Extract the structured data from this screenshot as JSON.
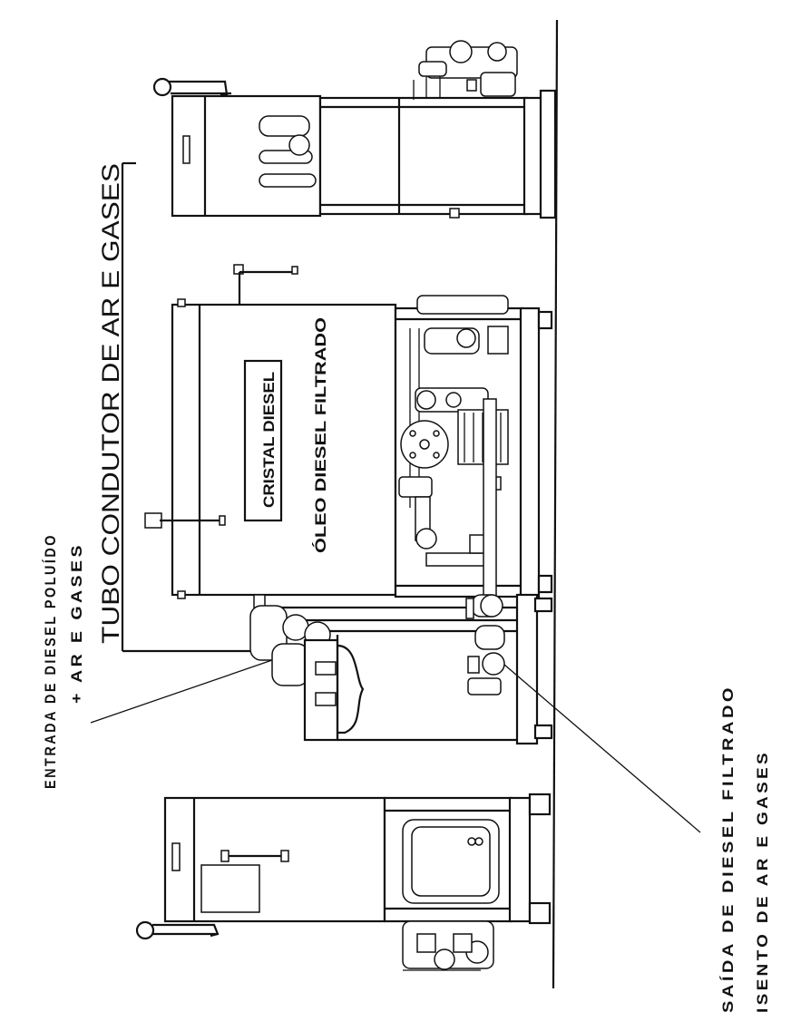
{
  "diagram": {
    "tube_label": "TUBO CONDUTOR DE AR E GASES",
    "inlet_label_line1": "ENTRADA DE DIESEL POLUÍDO",
    "inlet_label_line2": "+ AR E GASES",
    "outlet_label_line1": "SAÍDA DE DIESEL FILTRADO",
    "outlet_label_line2": "ISENTO DE AR E GASES",
    "nameplate_text": "CRISTAL DIESEL",
    "product_text": "ÓLEO DIESEL FILTRADO"
  }
}
